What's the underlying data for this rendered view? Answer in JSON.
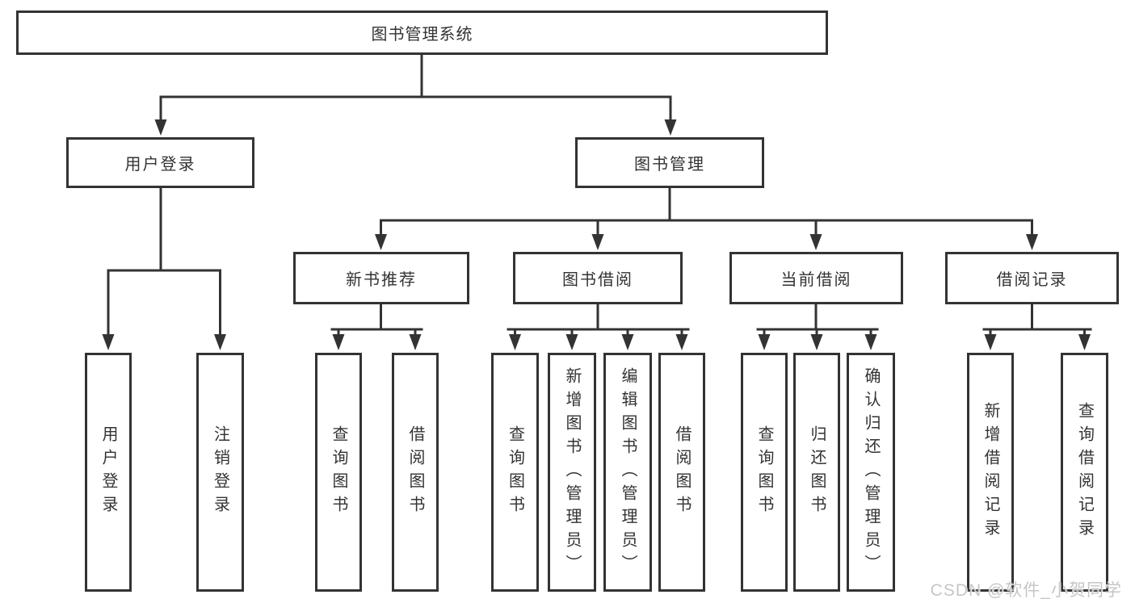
{
  "tree": {
    "root": {
      "label": "图书管理系统",
      "children": [
        {
          "label": "用户登录",
          "children": [
            {
              "label": "用户登录"
            },
            {
              "label": "注销登录"
            }
          ]
        },
        {
          "label": "图书管理",
          "children": [
            {
              "label": "新书推荐",
              "children": [
                {
                  "label": "查询图书"
                },
                {
                  "label": "借阅图书"
                }
              ]
            },
            {
              "label": "图书借阅",
              "children": [
                {
                  "label": "查询图书"
                },
                {
                  "label": "新增图书（管理员）"
                },
                {
                  "label": "编辑图书（管理员）"
                },
                {
                  "label": "借阅图书"
                }
              ]
            },
            {
              "label": "当前借阅",
              "children": [
                {
                  "label": "查询图书"
                },
                {
                  "label": "归还图书"
                },
                {
                  "label": "确认归还（管理员）"
                }
              ]
            },
            {
              "label": "借阅记录",
              "children": [
                {
                  "label": "新增借阅记录"
                },
                {
                  "label": "查询借阅记录"
                }
              ]
            }
          ]
        }
      ]
    }
  },
  "watermark": {
    "text": "CSDN @软件_小贺同学"
  },
  "colors": {
    "line": "#333333",
    "box_border": "#333333",
    "text": "#333333",
    "watermark_text": "#c6c6c6",
    "background": "#ffffff"
  }
}
